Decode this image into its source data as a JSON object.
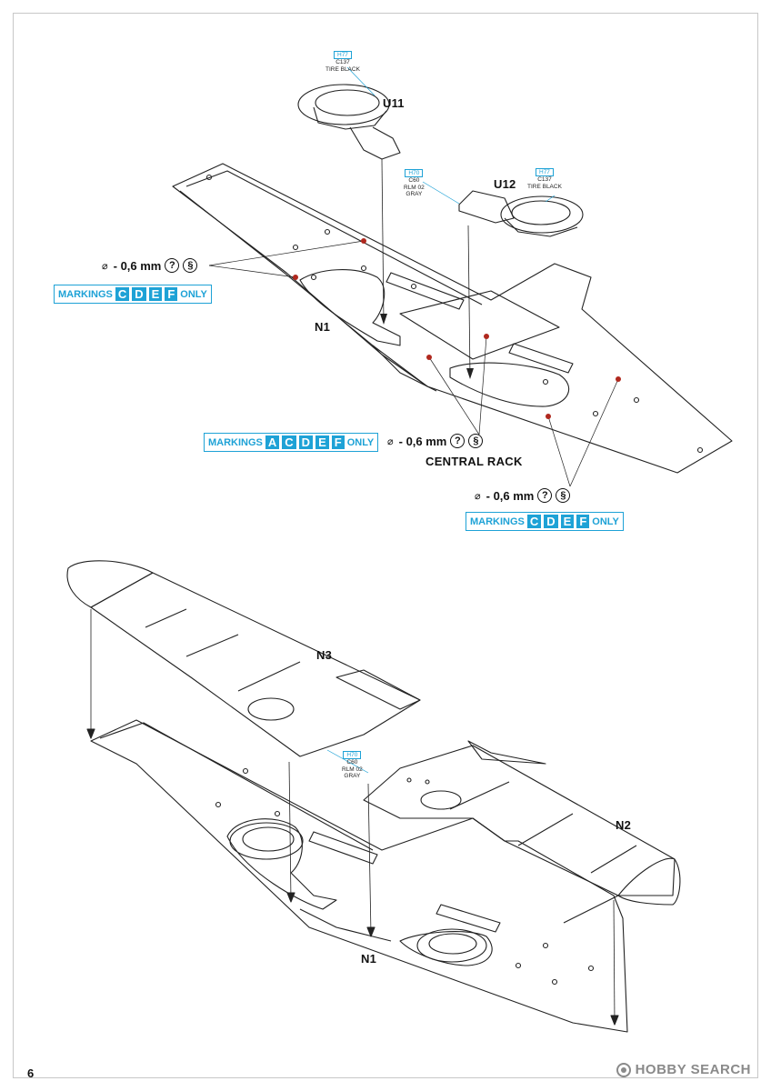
{
  "page_number": "6",
  "parts": {
    "u11": "U11",
    "u12": "U12",
    "n1_top": "N1",
    "n1_bottom": "N1",
    "n2": "N2",
    "n3": "N3"
  },
  "paint_callouts": {
    "tire_u11": {
      "code": "H77",
      "color_code": "C137",
      "name": "TIRE BLACK"
    },
    "gray_u11": {
      "code": "H70",
      "color_code": "C60",
      "name1": "RLM 02",
      "name2": "GRAY"
    },
    "tire_u12": {
      "code": "H77",
      "color_code": "C137",
      "name": "TIRE BLACK"
    },
    "gray_wing": {
      "code": "H70",
      "color_code": "C60",
      "name1": "RLM 02",
      "name2": "GRAY"
    }
  },
  "drill_instructions": {
    "left": {
      "symbol": "⌀",
      "size": "- 0,6 mm",
      "icon1": "?",
      "icon2": "§"
    },
    "center": {
      "symbol": "⌀",
      "size": "- 0,6 mm",
      "icon1": "?",
      "icon2": "§"
    },
    "right": {
      "symbol": "⌀",
      "size": "- 0,6 mm",
      "icon1": "?",
      "icon2": "§"
    }
  },
  "markings": {
    "box1": {
      "label": "MARKINGS",
      "letters": [
        "C",
        "D",
        "E",
        "F"
      ],
      "suffix": "ONLY"
    },
    "box2": {
      "label": "MARKINGS",
      "letters": [
        "A",
        "C",
        "D",
        "E",
        "F"
      ],
      "suffix": "ONLY"
    },
    "box3": {
      "label": "MARKINGS",
      "letters": [
        "C",
        "D",
        "E",
        "F"
      ],
      "suffix": "ONLY"
    }
  },
  "central_rack": "CENTRAL RACK",
  "watermark": {
    "text": "HOBBY SEARCH",
    "icon": "hobby-search-logo-icon"
  }
}
